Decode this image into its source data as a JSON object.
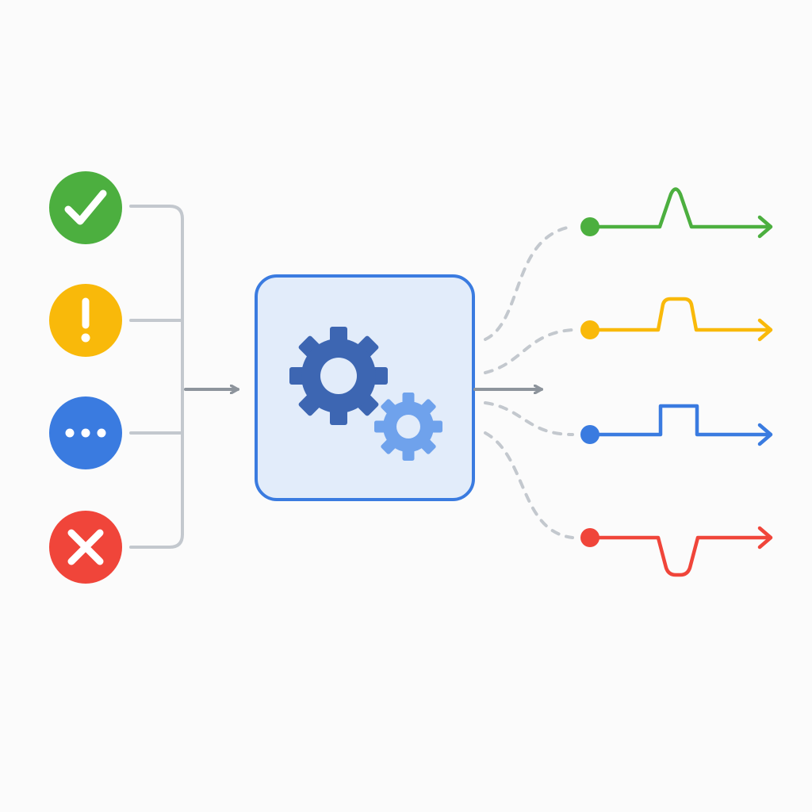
{
  "colors": {
    "background": "#fbfbfb",
    "success": "#4caf3f",
    "warning": "#f9b90a",
    "info": "#3a7be0",
    "error": "#f0453a",
    "connector": "#c3c8ce",
    "arrow": "#8d949c",
    "processor_fill": "#e2ecfa",
    "processor_border": "#3a7be0",
    "gear_primary": "#3d66b2",
    "gear_secondary": "#6fa2ec"
  },
  "inputs": [
    {
      "status": "success",
      "icon": "check-icon",
      "color": "#4caf3f"
    },
    {
      "status": "warning",
      "icon": "exclamation-icon",
      "color": "#f9b90a"
    },
    {
      "status": "info",
      "icon": "ellipsis-icon",
      "color": "#3a7be0"
    },
    {
      "status": "error",
      "icon": "close-icon",
      "color": "#f0453a"
    }
  ],
  "processor": {
    "icon": "gears-icon"
  },
  "outputs": [
    {
      "status": "success",
      "signal": "peak",
      "color": "#4caf3f"
    },
    {
      "status": "warning",
      "signal": "flat-pulse",
      "color": "#f9b90a"
    },
    {
      "status": "info",
      "signal": "square-pulse",
      "color": "#3a7be0"
    },
    {
      "status": "error",
      "signal": "dip",
      "color": "#f0453a"
    }
  ]
}
